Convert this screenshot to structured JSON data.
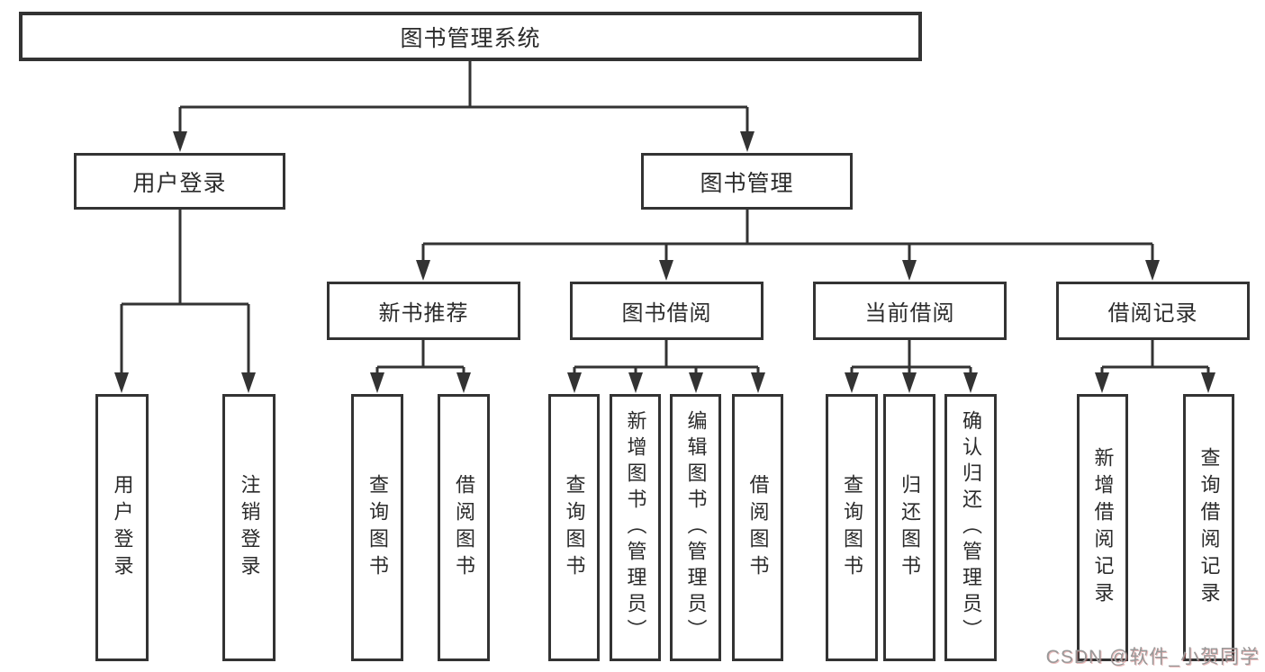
{
  "diagram_title": "图书管理系统",
  "nodes": {
    "root": "图书管理系统",
    "user_login": "用户登录",
    "book_mgmt": "图书管理",
    "new_books": "新书推荐",
    "book_borrow": "图书借阅",
    "current_borrow": "当前借阅",
    "borrow_records": "借阅记录",
    "leaves": {
      "user": [
        "用户登录",
        "注销登录"
      ],
      "recommend": [
        "查询图书",
        "借阅图书"
      ],
      "borrow": [
        "查询图书",
        "新增图书（管理员）",
        "编辑图书（管理员）",
        "借阅图书"
      ],
      "current": [
        "查询图书",
        "归还图书",
        "确认归还（管理员）"
      ],
      "records": [
        "新增借阅记录",
        "查询借阅记录"
      ]
    }
  },
  "watermark": "CSDN @软件_小贺同学",
  "colors": {
    "line": "#333333",
    "text": "#2b2b2b",
    "watermark_gray": "#989898",
    "background": "#ffffff"
  }
}
